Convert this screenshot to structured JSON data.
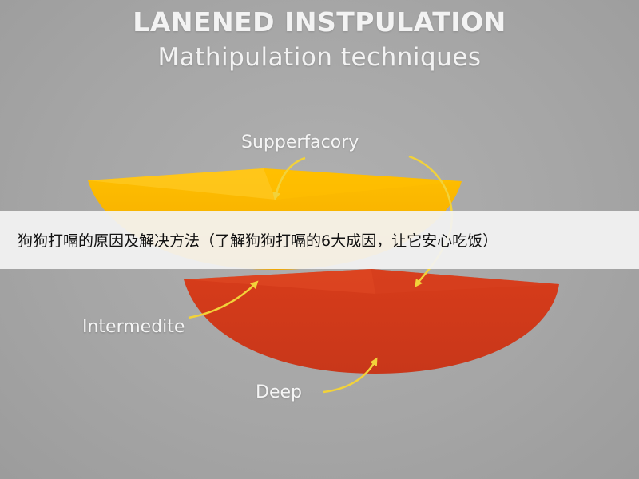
{
  "header": {
    "title": "LANENED INSTPULATION",
    "subtitle": "Mathipulation techniques"
  },
  "layers": {
    "top": {
      "label": "Supperfacory",
      "color": "#f7b800"
    },
    "middle": {
      "label": "Intermedite",
      "color": "#d33b1b"
    },
    "deep": {
      "label": "Deep"
    }
  },
  "arrow_color": "#f2d23a",
  "banner": {
    "text": "狗狗打嗝的原因及解决方法（了解狗狗打嗝的6大成因，让它安心吃饭）"
  }
}
